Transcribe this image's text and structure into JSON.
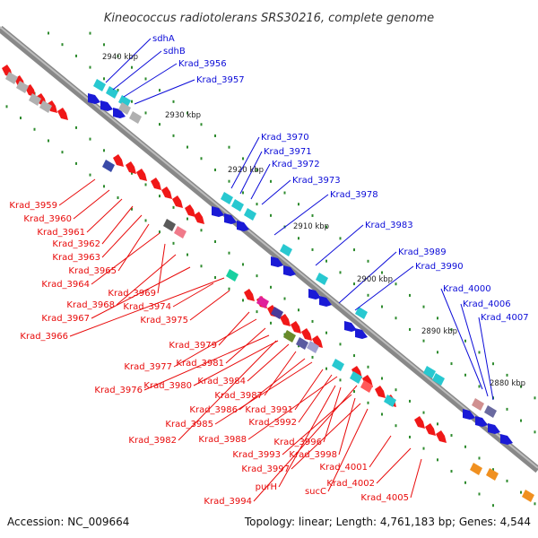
{
  "title": "Kineococcus radiotolerans SRS30216, complete genome",
  "footer": {
    "accession": "Accession: NC_009664",
    "topology": "Topology: linear; Length: 4,761,183 bp; Genes: 4,544"
  },
  "colors": {
    "forward_label": "#0b0bd8",
    "reverse_label": "#e80a0a",
    "backbone": "#8a8a8a",
    "tick_dots": "#2e8b2e"
  },
  "kbp_markers": [
    "2940 kbp",
    "2930 kbp",
    "2920 kbp",
    "2910 kbp",
    "2900 kbp",
    "2890 kbp",
    "2880 kbp"
  ],
  "forward_genes": [
    "sdhA",
    "sdhB",
    "Krad_3956",
    "Krad_3957",
    "Krad_3970",
    "Krad_3971",
    "Krad_3972",
    "Krad_3973",
    "Krad_3978",
    "Krad_3983",
    "Krad_3989",
    "Krad_3990",
    "Krad_4000",
    "Krad_4006",
    "Krad_4007"
  ],
  "reverse_genes": [
    "Krad_3959",
    "Krad_3960",
    "Krad_3961",
    "Krad_3962",
    "Krad_3963",
    "Krad_3965",
    "Krad_3964",
    "Krad_3969",
    "Krad_3968",
    "Krad_3974",
    "Krad_3967",
    "Krad_3975",
    "Krad_3966",
    "Krad_3979",
    "Krad_3977",
    "Krad_3981",
    "Krad_3976",
    "Krad_3980",
    "Krad_3984",
    "Krad_3987",
    "Krad_3986",
    "Krad_3991",
    "Krad_3985",
    "Krad_3992",
    "Krad_3982",
    "Krad_3988",
    "Krad_3996",
    "Krad_3993",
    "Krad_3998",
    "Krad_3997",
    "Krad_4001",
    "purH",
    "Krad_4002",
    "sucC",
    "Krad_3994",
    "Krad_4005"
  ]
}
